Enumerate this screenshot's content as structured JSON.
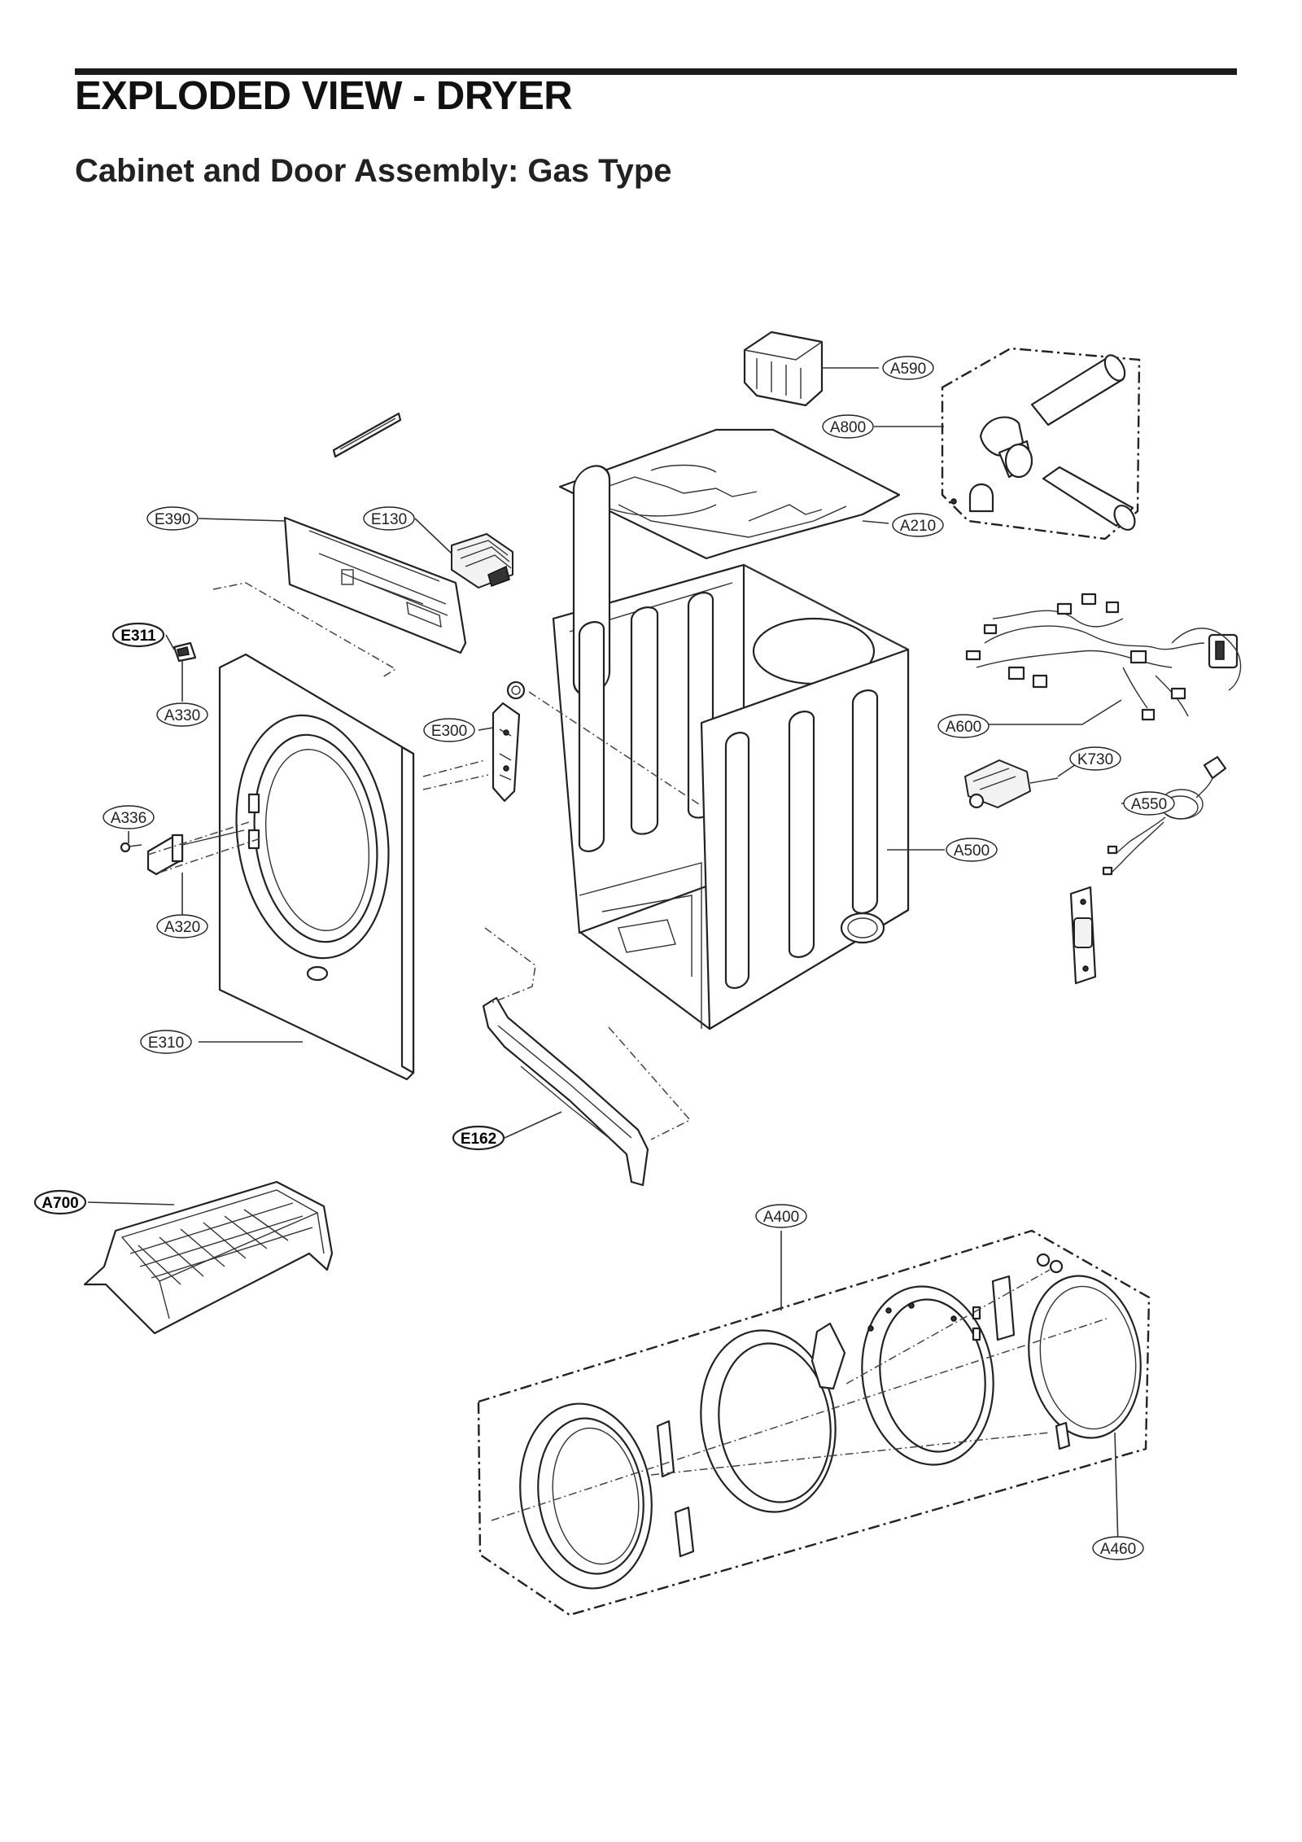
{
  "header": {
    "title": "EXPLODED VIEW - DRYER",
    "subtitle": "Cabinet and Door Assembly: Gas Type"
  },
  "callouts": [
    {
      "id": "A590",
      "label": "A590",
      "bold": false
    },
    {
      "id": "A800",
      "label": "A800",
      "bold": false
    },
    {
      "id": "A210",
      "label": "A210",
      "bold": false
    },
    {
      "id": "E390",
      "label": "E390",
      "bold": false
    },
    {
      "id": "E130",
      "label": "E130",
      "bold": false
    },
    {
      "id": "E311",
      "label": "E311",
      "bold": true
    },
    {
      "id": "A330",
      "label": "A330",
      "bold": false
    },
    {
      "id": "E300",
      "label": "E300",
      "bold": false
    },
    {
      "id": "A600",
      "label": "A600",
      "bold": false
    },
    {
      "id": "K730",
      "label": "K730",
      "bold": false
    },
    {
      "id": "A550",
      "label": "A550",
      "bold": false
    },
    {
      "id": "A336",
      "label": "A336",
      "bold": false
    },
    {
      "id": "A500",
      "label": "A500",
      "bold": false
    },
    {
      "id": "A320",
      "label": "A320",
      "bold": false
    },
    {
      "id": "E310",
      "label": "E310",
      "bold": false
    },
    {
      "id": "E162",
      "label": "E162",
      "bold": true
    },
    {
      "id": "A700",
      "label": "A700",
      "bold": true
    },
    {
      "id": "A400",
      "label": "A400",
      "bold": false
    },
    {
      "id": "A460",
      "label": "A460",
      "bold": false
    }
  ]
}
